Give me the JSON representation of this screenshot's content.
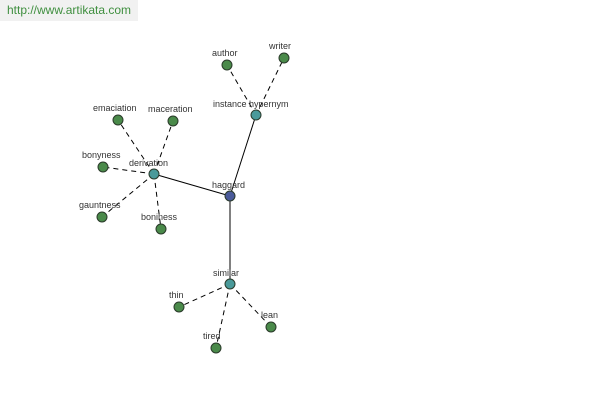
{
  "header": {
    "url": "http://www.artikata.com"
  },
  "graph": {
    "center": "haggard",
    "nodes": [
      {
        "id": "haggard",
        "label": "haggard",
        "role": "center"
      },
      {
        "id": "instance",
        "label": "instance hypernym",
        "role": "relation"
      },
      {
        "id": "derivation",
        "label": "derivation",
        "role": "relation"
      },
      {
        "id": "similar",
        "label": "similar",
        "role": "relation"
      },
      {
        "id": "author",
        "label": "author",
        "role": "leaf"
      },
      {
        "id": "writer",
        "label": "writer",
        "role": "leaf"
      },
      {
        "id": "emaciation",
        "label": "emaciation",
        "role": "leaf"
      },
      {
        "id": "maceration",
        "label": "maceration",
        "role": "leaf"
      },
      {
        "id": "bonyness",
        "label": "bonyness",
        "role": "leaf"
      },
      {
        "id": "gauntness",
        "label": "gauntness",
        "role": "leaf"
      },
      {
        "id": "boniness",
        "label": "boniness",
        "role": "leaf"
      },
      {
        "id": "thin",
        "label": "thin",
        "role": "leaf"
      },
      {
        "id": "lean",
        "label": "lean",
        "role": "leaf"
      },
      {
        "id": "tired",
        "label": "tired",
        "role": "leaf"
      }
    ],
    "edges": [
      {
        "from": "haggard",
        "to": "instance",
        "style": "solid"
      },
      {
        "from": "haggard",
        "to": "derivation",
        "style": "solid"
      },
      {
        "from": "haggard",
        "to": "similar",
        "style": "solid"
      },
      {
        "from": "instance",
        "to": "author",
        "style": "dashed"
      },
      {
        "from": "instance",
        "to": "writer",
        "style": "dashed"
      },
      {
        "from": "derivation",
        "to": "emaciation",
        "style": "dashed"
      },
      {
        "from": "derivation",
        "to": "maceration",
        "style": "dashed"
      },
      {
        "from": "derivation",
        "to": "bonyness",
        "style": "dashed"
      },
      {
        "from": "derivation",
        "to": "gauntness",
        "style": "dashed"
      },
      {
        "from": "derivation",
        "to": "boniness",
        "style": "dashed"
      },
      {
        "from": "similar",
        "to": "thin",
        "style": "dashed"
      },
      {
        "from": "similar",
        "to": "lean",
        "style": "dashed"
      },
      {
        "from": "similar",
        "to": "tired",
        "style": "dashed"
      }
    ],
    "colors": {
      "center": "#4a5a9a",
      "relation": "#4a9a9a",
      "leaf": "#4a8a4a",
      "stroke": "#2a3a2a",
      "edge": "#000000",
      "url_text": "#3f8f3f"
    }
  }
}
